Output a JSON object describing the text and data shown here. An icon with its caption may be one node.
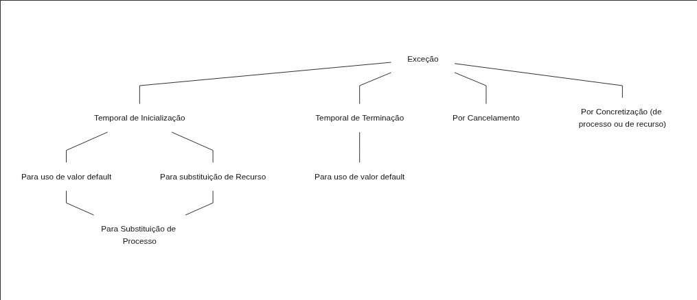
{
  "diagram": {
    "nodes": [
      {
        "text": [
          "Exceção"
        ]
      },
      {
        "text": [
          "Temporal de Inicialização"
        ]
      },
      {
        "text": [
          "Temporal de Terminação"
        ]
      },
      {
        "text": [
          "Por Cancelamento"
        ]
      },
      {
        "text": [
          "Por Concretização (de processo ou de recurso)"
        ]
      },
      {
        "text": [
          "Para uso de valor default"
        ]
      },
      {
        "text": [
          "Para substituição de Recurso"
        ]
      },
      {
        "text": [
          "Para uso de valor default"
        ]
      },
      {
        "text": [
          "Para Substituição de Processo"
        ]
      }
    ],
    "edges": [
      {
        "from": 0,
        "to": 1,
        "arrow": "none"
      },
      {
        "from": 0,
        "to": 2,
        "arrow": "none"
      },
      {
        "from": 0,
        "to": 3,
        "arrow": "none"
      },
      {
        "from": 0,
        "to": 4,
        "arrow": "none"
      },
      {
        "from": 1,
        "to": 5,
        "arrow": "none"
      },
      {
        "from": 1,
        "to": 6,
        "arrow": "none"
      },
      {
        "from": 2,
        "to": 7,
        "arrow": "none"
      },
      {
        "from": 5,
        "to": 8,
        "arrow": "none"
      },
      {
        "from": 6,
        "to": 8,
        "arrow": "none"
      }
    ]
  }
}
